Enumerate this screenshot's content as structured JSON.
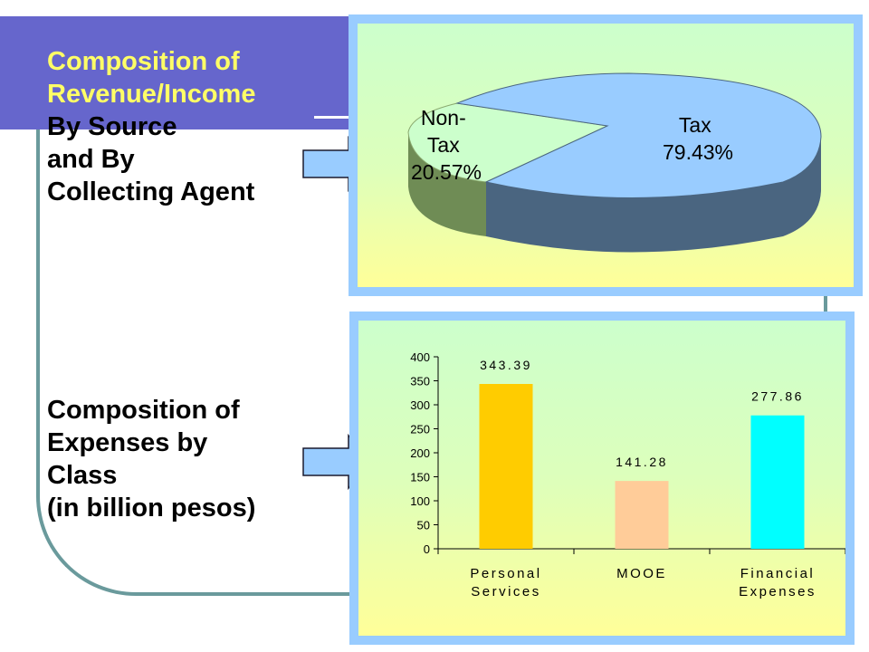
{
  "headings": {
    "revenue": [
      "Composition of",
      "Revenue/Income",
      "By Source",
      "and By",
      "Collecting Agent"
    ],
    "expenses": [
      "Composition of",
      "Expenses by",
      "Class",
      "(in billion pesos)"
    ]
  },
  "colors": {
    "title_band": "#6666cc",
    "title_text": "#ffff66",
    "frame": "#99ccff",
    "pie_tax": "#99ccff",
    "pie_non_tax": "#8aa86e",
    "bar_personal": "#ffcc00",
    "bar_mooe": "#ffcc99",
    "bar_financial": "#00ffff"
  },
  "chart_data": [
    {
      "type": "pie",
      "style": "3d",
      "slices": [
        {
          "label": "Tax",
          "percent_text": "79.43%",
          "value": 79.43
        },
        {
          "label": "Non-Tax",
          "percent_text": "20.57%",
          "value": 20.57
        }
      ],
      "legend": "none"
    },
    {
      "type": "bar",
      "categories": [
        [
          "Personal",
          "Services"
        ],
        [
          "MOOE"
        ],
        [
          "Financial",
          "Expenses"
        ]
      ],
      "values": [
        343.39,
        141.28,
        277.86
      ],
      "value_labels": [
        "343.39",
        "141.28",
        "277.86"
      ],
      "ylim": [
        0,
        400
      ],
      "yticks": [
        0,
        50,
        100,
        150,
        200,
        250,
        300,
        350,
        400
      ],
      "grid": false,
      "legend": "none"
    }
  ]
}
